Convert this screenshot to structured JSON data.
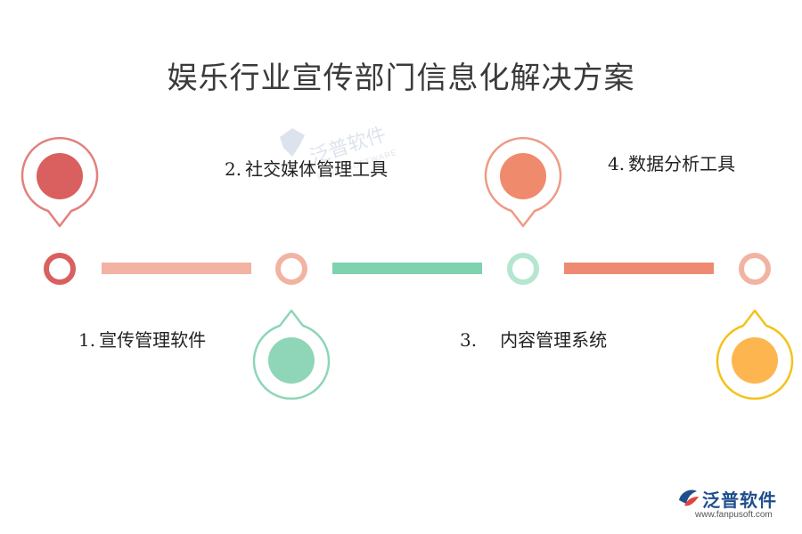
{
  "title": "娱乐行业宣传部门信息化解决方案",
  "steps": [
    {
      "num": "1.",
      "label": "宣传管理软件",
      "color": "#d9605f"
    },
    {
      "num": "2.",
      "label": "社交媒体管理工具",
      "color": "#f2b3a3"
    },
    {
      "num": "3.",
      "label": "内容管理系统",
      "color": "#8ed6b7"
    },
    {
      "num": "4.",
      "label": "数据分析工具",
      "color": "#f08a6c"
    }
  ],
  "end_color": "#fdb64f",
  "connector_colors": [
    "#f2b3a3",
    "#7dd3ae",
    "#ee8a72"
  ],
  "watermark": {
    "text": "泛普软件",
    "sub": "FANPUSOFTWARE"
  },
  "brand": {
    "name": "泛普软件",
    "url": "www.fanpusoft.com"
  }
}
